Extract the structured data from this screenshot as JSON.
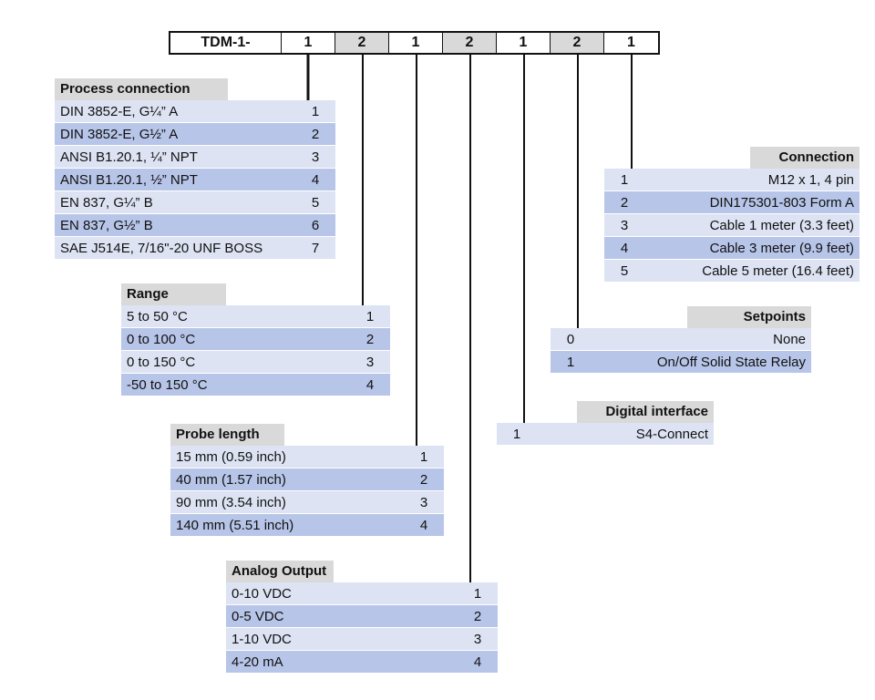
{
  "code": {
    "prefix": "TDM-1-",
    "digits": [
      "1",
      "2",
      "1",
      "2",
      "1",
      "2",
      "1"
    ]
  },
  "process_connection": {
    "title": "Process connection",
    "rows": [
      {
        "label": "DIN 3852-E, G¼” A",
        "code": "1"
      },
      {
        "label": "DIN 3852-E, G½” A",
        "code": "2"
      },
      {
        "label": "ANSI B1.20.1, ¼” NPT",
        "code": "3"
      },
      {
        "label": "ANSI B1.20.1, ½” NPT",
        "code": "4"
      },
      {
        "label": "EN 837, G¼” B",
        "code": "5"
      },
      {
        "label": "EN 837, G½” B",
        "code": "6"
      },
      {
        "label": "SAE J514E, 7/16\"-20 UNF BOSS",
        "code": "7"
      }
    ]
  },
  "range": {
    "title": "Range",
    "rows": [
      {
        "label": "5 to 50 °C",
        "code": "1"
      },
      {
        "label": "0 to 100 °C",
        "code": "2"
      },
      {
        "label": "0 to 150 °C",
        "code": "3"
      },
      {
        "label": "-50 to 150 °C",
        "code": "4"
      }
    ]
  },
  "probe_length": {
    "title": "Probe length",
    "rows": [
      {
        "label": "15 mm (0.59 inch)",
        "code": "1"
      },
      {
        "label": "40 mm  (1.57 inch)",
        "code": "2"
      },
      {
        "label": "90 mm  (3.54 inch)",
        "code": "3"
      },
      {
        "label": "140 mm (5.51 inch)",
        "code": "4"
      }
    ]
  },
  "analog_output": {
    "title": "Analog Output",
    "rows": [
      {
        "label": "0-10 VDC",
        "code": "1"
      },
      {
        "label": "0-5 VDC",
        "code": "2"
      },
      {
        "label": "1-10 VDC",
        "code": "3"
      },
      {
        "label": "4-20 mA",
        "code": "4"
      }
    ]
  },
  "digital_interface": {
    "title": "Digital interface",
    "rows": [
      {
        "code": "1",
        "label": "S4-Connect"
      }
    ]
  },
  "setpoints": {
    "title": "Setpoints",
    "rows": [
      {
        "code": "0",
        "label": "None"
      },
      {
        "code": "1",
        "label": "On/Off Solid State Relay"
      }
    ]
  },
  "connection": {
    "title": "Connection",
    "rows": [
      {
        "code": "1",
        "label": "M12 x 1, 4 pin"
      },
      {
        "code": "2",
        "label": "DIN175301-803 Form A"
      },
      {
        "code": "3",
        "label": "Cable 1 meter (3.3 feet)"
      },
      {
        "code": "4",
        "label": "Cable 3 meter (9.9 feet)"
      },
      {
        "code": "5",
        "label": "Cable 5 meter (16.4 feet)"
      }
    ]
  },
  "colors": {
    "header_bg": "#d9d9d9",
    "row_light": "#dde3f3",
    "row_dark": "#b7c5e8",
    "line": "#111111"
  }
}
